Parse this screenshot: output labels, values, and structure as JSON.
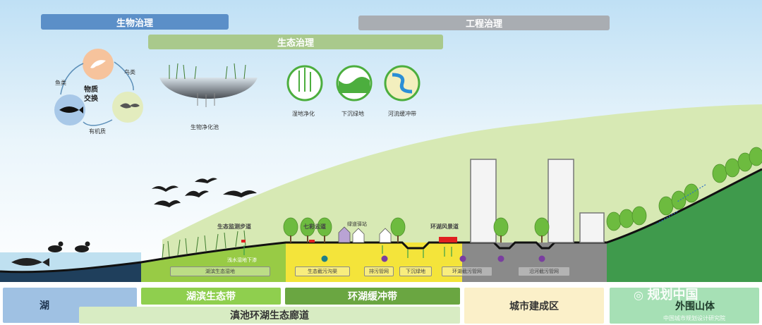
{
  "header_bars": {
    "bio": "生物治理",
    "eng": "工程治理",
    "eco": "生态治理"
  },
  "cycle": {
    "center": "物质\n交换",
    "fish": "鱼类",
    "bird": "鸟类",
    "organic": "有机质"
  },
  "eco_icons": {
    "bio_pool": "生物净化池",
    "wetland": "湿地净化",
    "sunken": "下沉绿地",
    "river_buffer": "河流缓冲带"
  },
  "section_labels": {
    "eco_walk": "生态监测步道",
    "rainbow": "七彩云道",
    "greenway": "绿道驿站",
    "scenic": "环湖风景道"
  },
  "strip_labels": {
    "overflow": "浅水湿地下渗",
    "shore_wetland": "湖滨生态湿地",
    "eco_ditch": "生态截污沟渠",
    "drainage": "排污管网",
    "sunken_green": "下沉绿地",
    "ring_pipe": "环湖截污管网",
    "river_pipe": "沿河截污管网"
  },
  "bottom_zones": {
    "lake": "湖",
    "shore_belt": "湖滨生态带",
    "ring_buffer": "环湖缓冲带",
    "corridor": "滇池环湖生态廊道",
    "city": "城市建成区",
    "mountain": "外围山体"
  },
  "watermark": {
    "main": "规划中国",
    "sub": "中国城市规划设计研究院"
  },
  "colors": {
    "bio_bar": "#5b8fc8",
    "eng_bar": "#a9adb2",
    "eco_bar": "#a9c98c",
    "lake_zone": "#9fc1e3",
    "shore_zone": "#8fcf4e",
    "buffer_zone": "#6aa641",
    "corridor_zone": "#d8ecc3",
    "city_zone": "#fbf0c9",
    "mountain_zone": "#a6e0b5"
  }
}
